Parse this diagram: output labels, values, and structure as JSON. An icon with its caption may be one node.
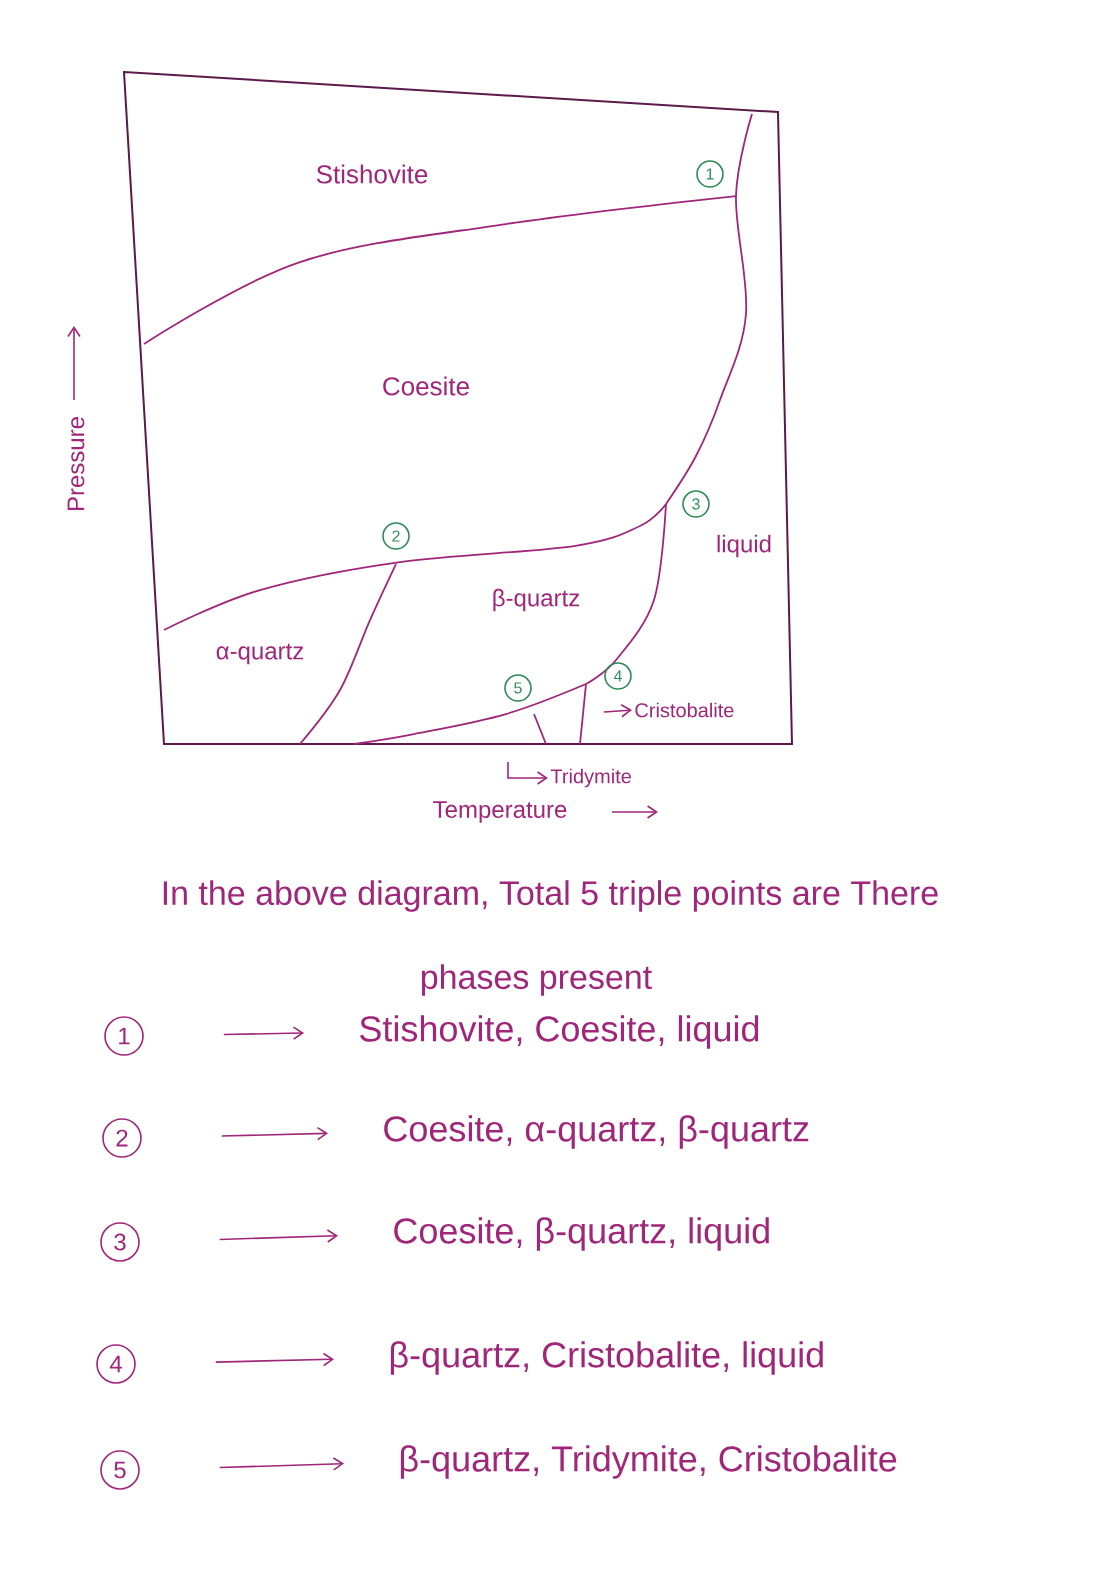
{
  "diagram": {
    "nodes": [
      {
        "text": [
          "1"
        ]
      },
      {
        "text": [
          "2"
        ]
      },
      {
        "text": [
          "3"
        ]
      },
      {
        "text": [
          "4"
        ]
      },
      {
        "text": [
          "5"
        ]
      },
      {
        "text": [
          "Cristobalite"
        ]
      },
      {
        "text": [
          "Tridymite"
        ]
      },
      {
        "text": [
          "1"
        ]
      },
      {
        "text": [
          "Stishovite, Coesite, liquid"
        ]
      },
      {
        "text": [
          "2"
        ]
      },
      {
        "text": [
          "Coesite, α-quartz, β-quartz"
        ]
      },
      {
        "text": [
          "3"
        ]
      },
      {
        "text": [
          "Coesite, β-quartz, liquid"
        ]
      },
      {
        "text": [
          "4"
        ]
      },
      {
        "text": [
          "β-quartz, Cristobalite, liquid"
        ]
      },
      {
        "text": [
          "5"
        ]
      },
      {
        "text": [
          "β-quartz, Tridymite, Cristobalite"
        ]
      }
    ],
    "edges": [
      {
        "from": null,
        "to": 5,
        "arrow": "to"
      },
      {
        "from": null,
        "to": 6,
        "arrow": "to"
      },
      {
        "from": 7,
        "to": 8,
        "arrow": "to"
      },
      {
        "from": 9,
        "to": 10,
        "arrow": "to"
      },
      {
        "from": 11,
        "to": 12,
        "arrow": "to"
      },
      {
        "from": 13,
        "to": 14,
        "arrow": "to"
      },
      {
        "from": 15,
        "to": 16,
        "arrow": "to"
      }
    ],
    "labels": [
      "Stishovite",
      "Coesite",
      "Pressure",
      "liquid",
      "β-quartz",
      "α-quartz",
      "Temperature",
      "In the above diagram, Total 5 triple points are There",
      "phases present"
    ]
  }
}
